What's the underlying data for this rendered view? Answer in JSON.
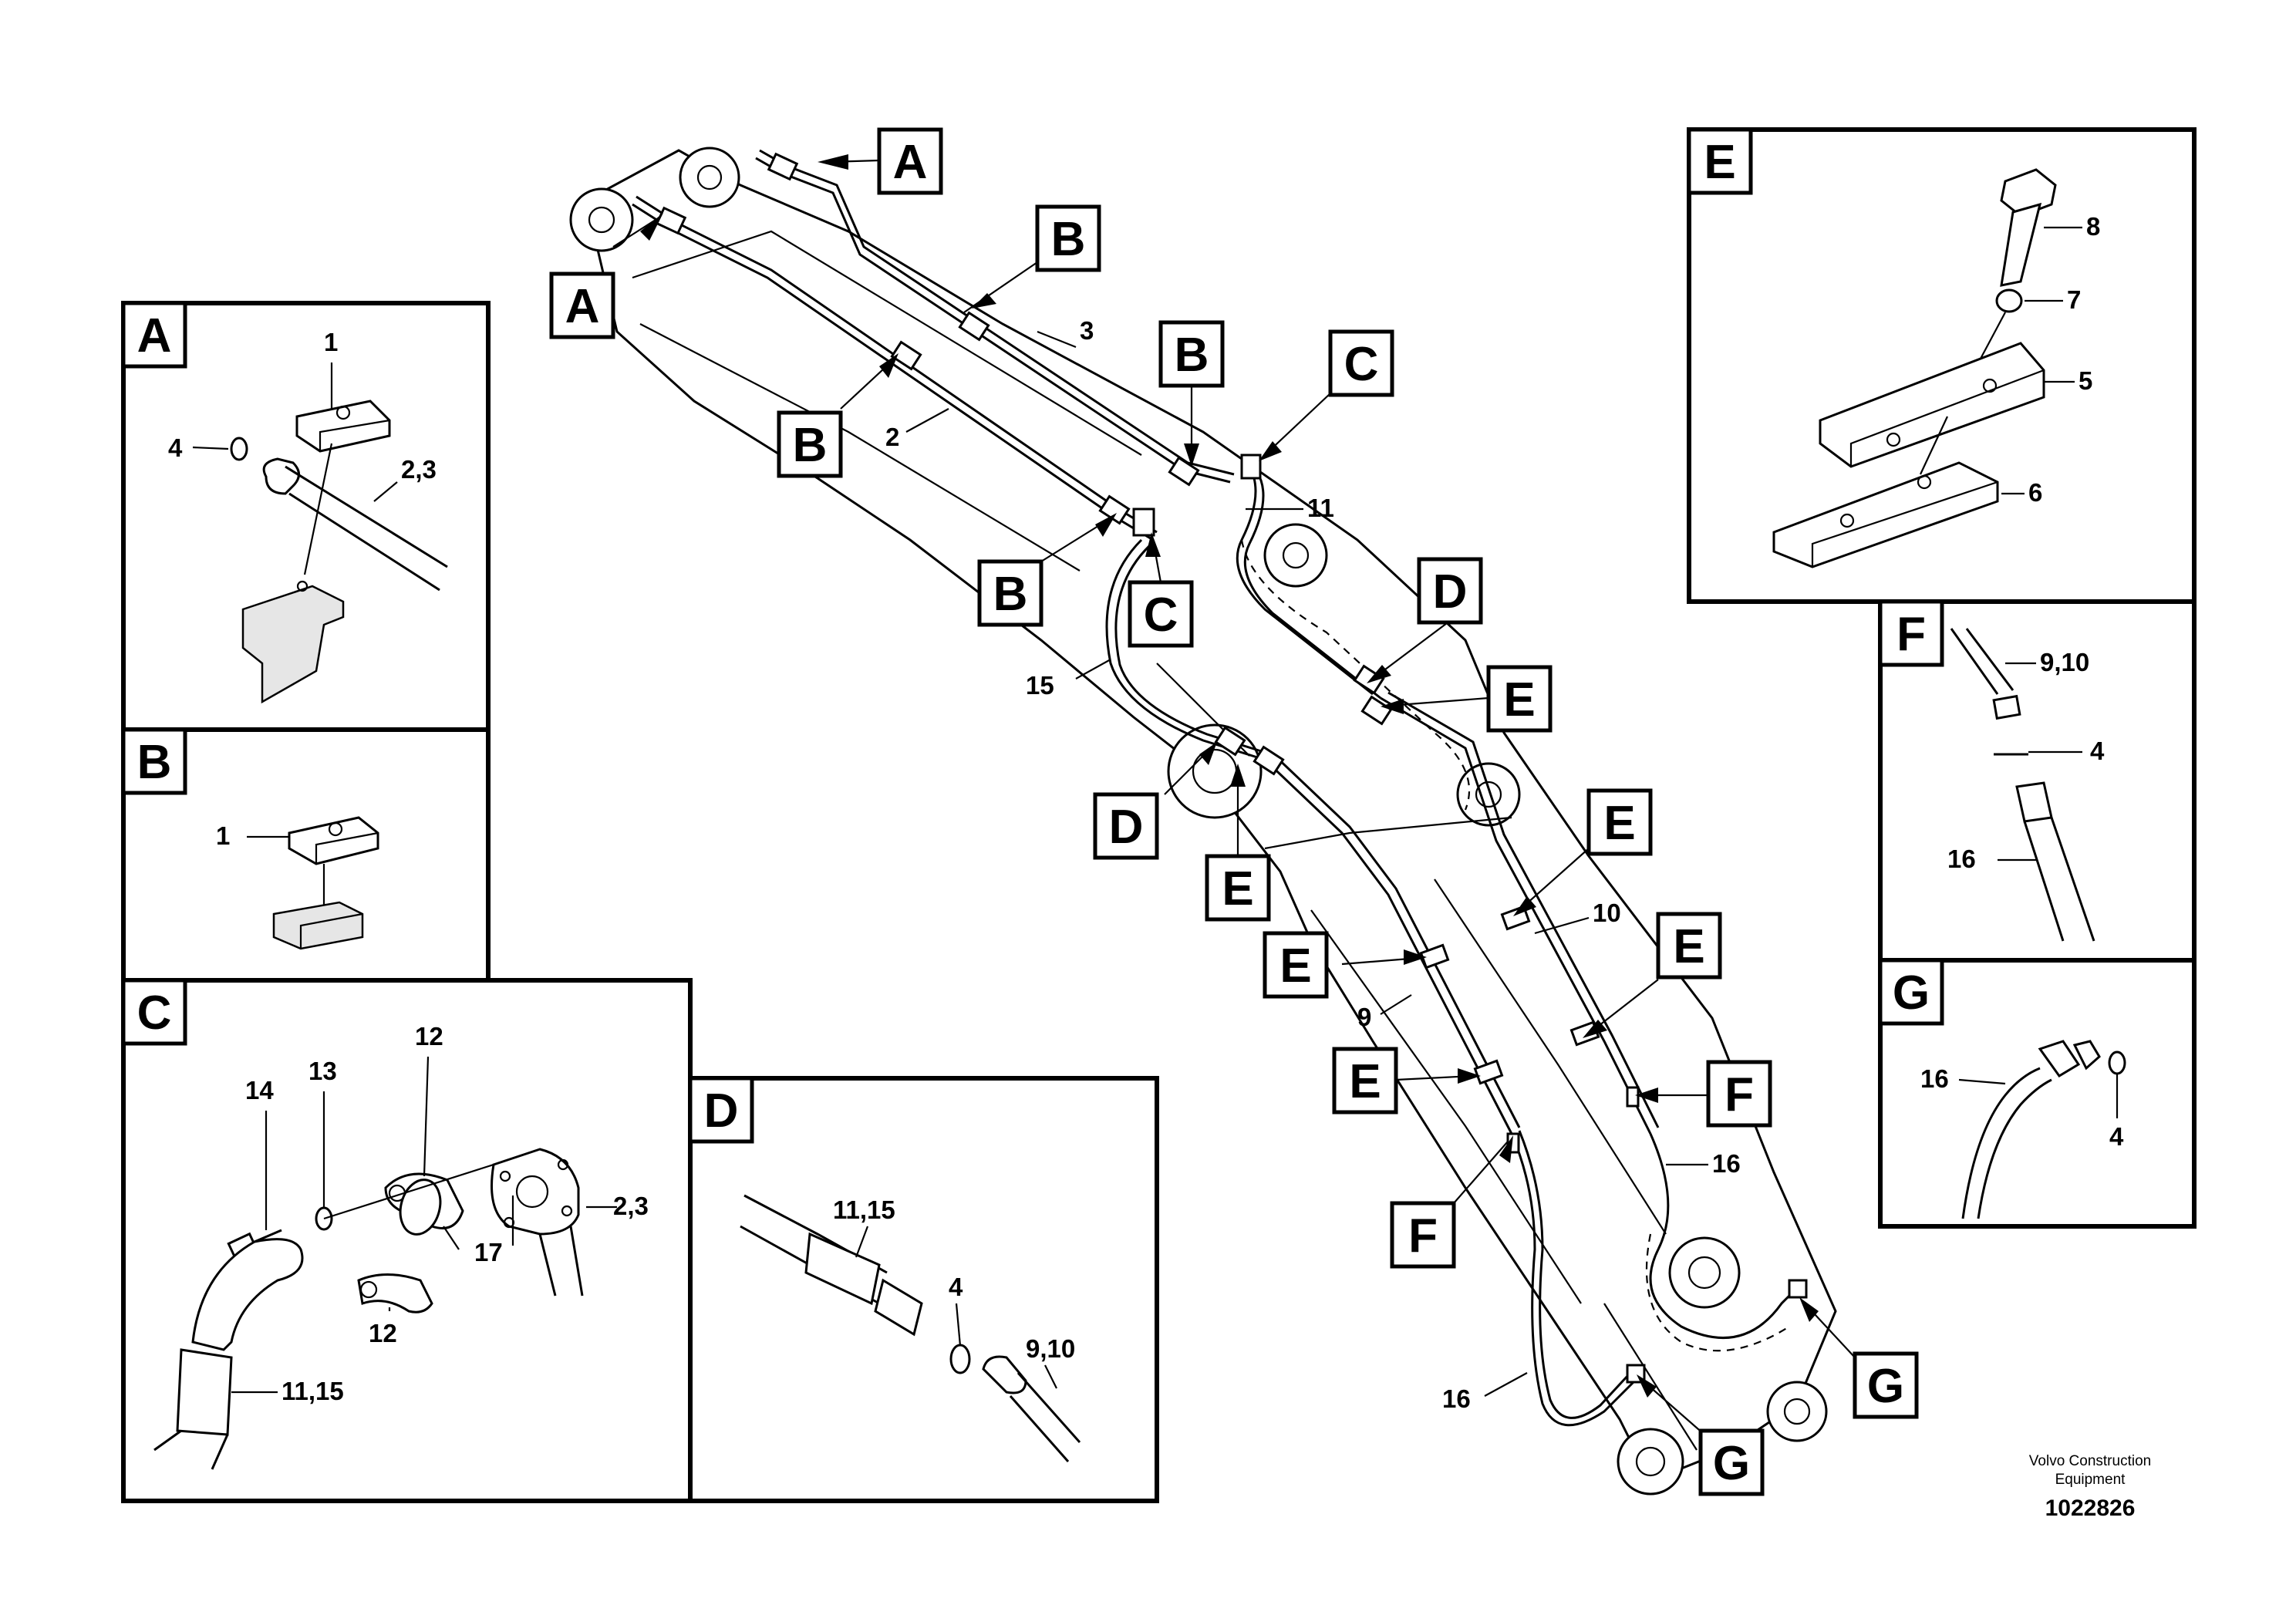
{
  "brand": {
    "line1": "Volvo Construction",
    "line2": "Equipment",
    "drawing_number": "1022826"
  },
  "callouts": {
    "A": "A",
    "B": "B",
    "C": "C",
    "D": "D",
    "E": "E",
    "F": "F",
    "G": "G"
  },
  "parts": {
    "p1": "1",
    "p2": "2",
    "p3": "3",
    "p4": "4",
    "p5": "5",
    "p6": "6",
    "p7": "7",
    "p8": "8",
    "p9": "9",
    "p10": "10",
    "p11": "11",
    "p12": "12",
    "p13": "13",
    "p14": "14",
    "p15": "15",
    "p16": "16",
    "p17": "17",
    "p2_3": "2,3",
    "p9_10": "9,10",
    "p11_15": "11,15"
  },
  "colors": {
    "line": "#000000",
    "fill": "#ffffff",
    "shade": "#e6e6e6"
  }
}
